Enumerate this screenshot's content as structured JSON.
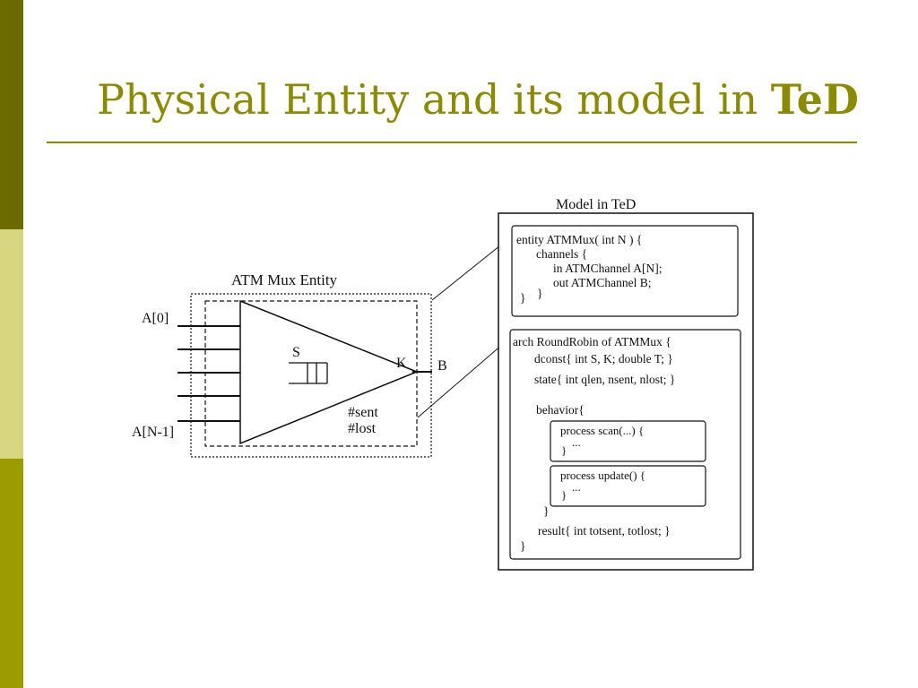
{
  "slide": {
    "title_text": "Physical Entity and its model in ",
    "title_bold": "TeD"
  },
  "entity": {
    "label": "ATM Mux Entity",
    "input_first": "A[0]",
    "input_last": "A[N-1]",
    "queue_label": "S",
    "k_label": "K",
    "output_label": "B",
    "counter_sent": "#sent",
    "counter_lost": "#lost"
  },
  "model": {
    "label": "Model in TeD",
    "entity_block": [
      "entity ATMMux( int N ) {",
      "channels {",
      "in ATMChannel A[N];",
      "out ATMChannel B;",
      "}",
      "}"
    ],
    "arch_block": [
      "arch RoundRobin of ATMMux {",
      "dconst{ int S, K; double T; }",
      "state{ int qlen, nsent, nlost; }",
      "behavior{",
      "}",
      "result{ int totsent, totlost; }",
      "}"
    ],
    "scan_block": [
      "process scan(...) {",
      "...",
      "}"
    ],
    "update_block": [
      "process update() {",
      "...",
      "}"
    ]
  }
}
